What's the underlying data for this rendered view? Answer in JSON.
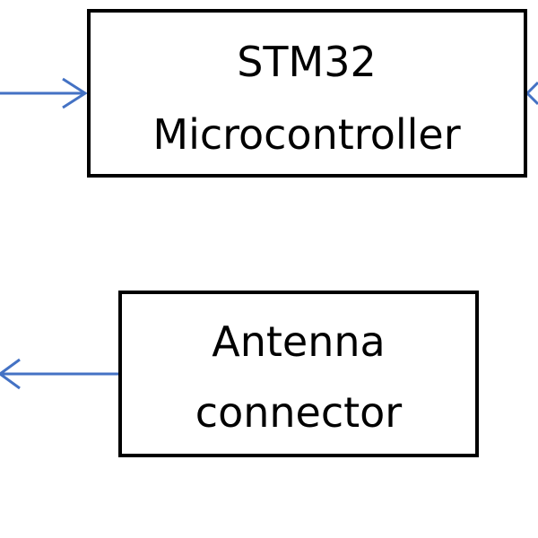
{
  "diagram": {
    "colors": {
      "arrow": "#4472c4",
      "border": "#000000",
      "text": "#000000",
      "background": "#ffffff"
    },
    "blocks": [
      {
        "line1": "STM32",
        "line2": "Microcontroller"
      },
      {
        "line1": "Antenna",
        "line2": "connector"
      }
    ]
  }
}
